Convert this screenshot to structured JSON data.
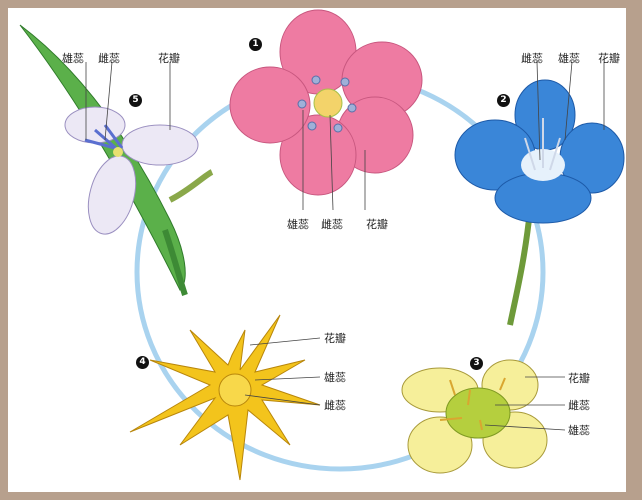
{
  "flowers": [
    {
      "number": "1",
      "labels": [
        "雄蕊",
        "雌蕊",
        "花瓣"
      ],
      "petal_color": "#ee7ba2"
    },
    {
      "number": "2",
      "labels": [
        "雌蕊",
        "雄蕊",
        "花瓣"
      ],
      "petal_color": "#3a86d8"
    },
    {
      "number": "3",
      "labels": [
        "花瓣",
        "雌蕊",
        "雄蕊"
      ],
      "petal_color": "#f6ef9a"
    },
    {
      "number": "4",
      "labels": [
        "花瓣",
        "雄蕊",
        "雌蕊"
      ],
      "petal_color": "#f3c41c"
    },
    {
      "number": "5",
      "labels": [
        "雄蕊",
        "雌蕊",
        "花瓣"
      ],
      "petal_color": "#e9e4f2"
    }
  ],
  "colors": {
    "frame": "#b7a08d",
    "cycle_ring": "#a9d3ef"
  }
}
